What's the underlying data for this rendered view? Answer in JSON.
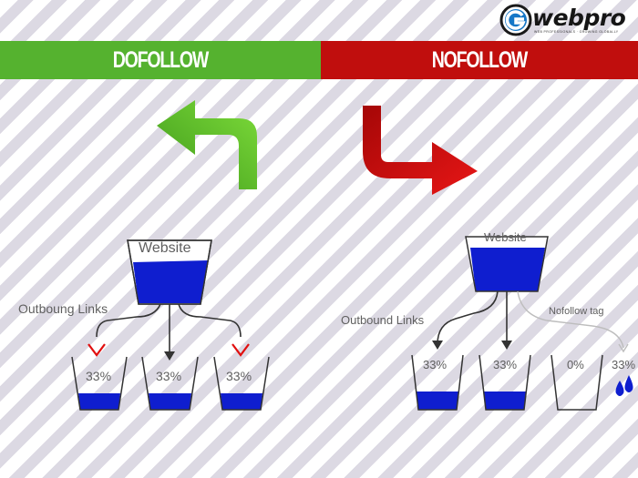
{
  "logo": {
    "name": "webpro",
    "tagline": "WEB PROFESSIONALS · GROWING GLOBALLY"
  },
  "sections": {
    "dofollow": {
      "header": "DOFOLLOW",
      "color": "#55b22f",
      "source_label": "Website",
      "links_label": "Outboung Links",
      "cups": [
        {
          "percent": "33%",
          "fill": 0.33
        },
        {
          "percent": "33%",
          "fill": 0.33
        },
        {
          "percent": "33%",
          "fill": 0.33
        }
      ]
    },
    "nofollow": {
      "header": "NOFOLLOW",
      "color": "#c00e0d",
      "source_label": "Website",
      "links_label": "Outbound Links",
      "tag_label": "Nofollow tag",
      "cups": [
        {
          "percent": "33%",
          "fill": 0.33
        },
        {
          "percent": "33%",
          "fill": 0.33
        },
        {
          "percent": "0%",
          "fill": 0
        }
      ],
      "spilled_percent": "33%"
    }
  },
  "colors": {
    "water": "#0f1ecf",
    "green_arrow": "#57c12a",
    "red_arrow": "#d40e0e"
  }
}
